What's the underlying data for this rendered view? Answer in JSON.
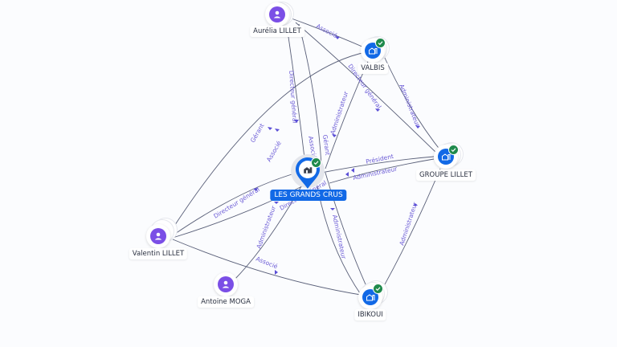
{
  "colors": {
    "person": "#7b4fe6",
    "company": "#1269e6",
    "verified": "#1f8a4c",
    "edge": "#5a6079",
    "edge_label": "#6b5bd6"
  },
  "main_node": {
    "label": "LES GRANDS CRUS",
    "icon": "building-icon",
    "verified": true
  },
  "nodes": [
    {
      "id": "aurelia",
      "label": "Aurélia LILLET",
      "type": "person",
      "icon": "person-icon"
    },
    {
      "id": "valbis",
      "label": "VALBIS",
      "type": "company",
      "icon": "building-icon",
      "verified": true
    },
    {
      "id": "groupe",
      "label": "GROUPE LILLET",
      "type": "company",
      "icon": "building-icon",
      "verified": true
    },
    {
      "id": "valentin",
      "label": "Valentin LILLET",
      "type": "person",
      "icon": "person-icon"
    },
    {
      "id": "antoine",
      "label": "Antoine MOGA",
      "type": "person",
      "icon": "person-icon"
    },
    {
      "id": "ibikoui",
      "label": "IBIKOUI",
      "type": "company",
      "icon": "building-icon",
      "verified": true
    }
  ],
  "edges": [
    {
      "from": "aurelia",
      "to": "valbis",
      "label": "Associé"
    },
    {
      "from": "aurelia",
      "to": "main",
      "label": "Directeur général"
    },
    {
      "from": "aurelia",
      "to": "groupe",
      "label": "Directeur général"
    },
    {
      "from": "aurelia",
      "to": "main",
      "label": "Associé"
    },
    {
      "from": "valbis",
      "to": "groupe",
      "label": "Administrateur"
    },
    {
      "from": "valbis",
      "to": "main",
      "label": "Administrateur"
    },
    {
      "from": "valbis",
      "to": "valentin",
      "label": "Gérant"
    },
    {
      "from": "valbis",
      "to": "valentin",
      "label": "Associé"
    },
    {
      "from": "groupe",
      "to": "main",
      "label": "Président"
    },
    {
      "from": "groupe",
      "to": "main",
      "label": "Administrateur"
    },
    {
      "from": "groupe",
      "to": "ibikoui",
      "label": "Administrateur"
    },
    {
      "from": "valentin",
      "to": "main",
      "label": "Directeur général"
    },
    {
      "from": "valentin",
      "to": "ibikoui",
      "label": "Associé"
    },
    {
      "from": "antoine",
      "to": "main",
      "label": "Administrateur"
    },
    {
      "from": "antoine",
      "to": "main",
      "label": "Directeur général"
    },
    {
      "from": "main",
      "to": "ibikoui",
      "label": "Administrateur"
    },
    {
      "from": "main",
      "to": "ibikoui",
      "label": "Gérant"
    }
  ]
}
